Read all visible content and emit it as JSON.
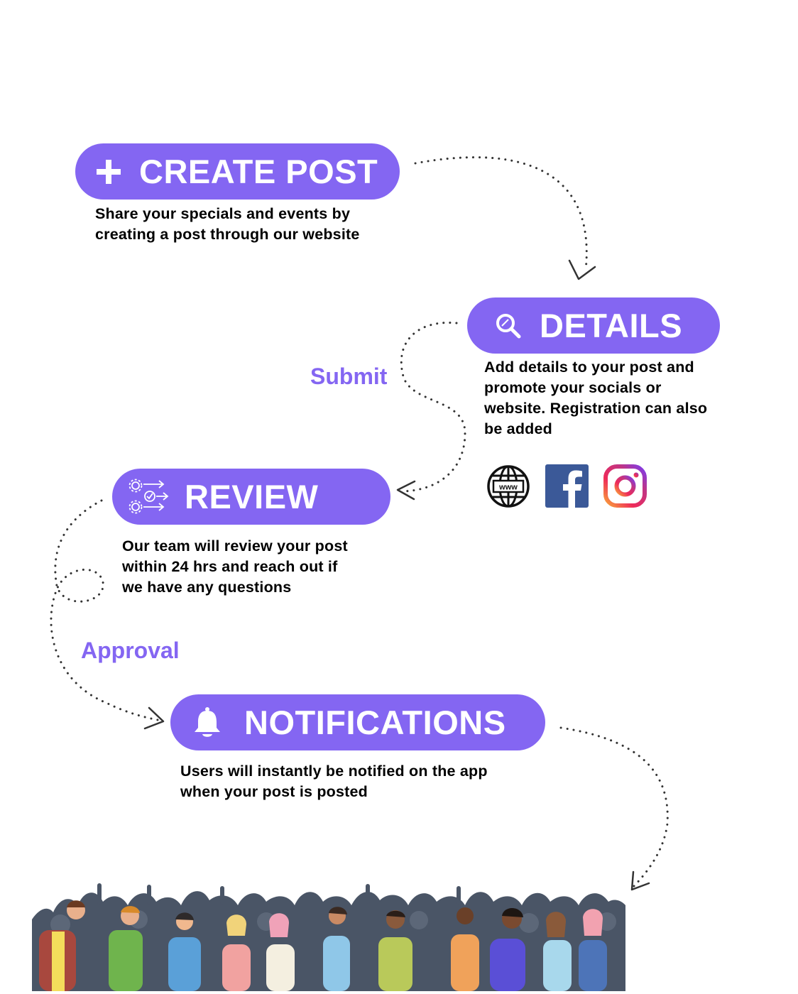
{
  "steps": {
    "create_post": {
      "title": "CREATE POST",
      "icon": "plus-icon",
      "lines": [
        "Share your specials and events by",
        "creating a post through our website"
      ]
    },
    "details": {
      "title": "DETAILS",
      "icon": "search-icon",
      "lines": [
        "Add details to your post and",
        "promote your socials or",
        "website. Registration can also",
        "be added"
      ]
    },
    "review": {
      "title": "REVIEW",
      "icon": "gears-checklist-icon",
      "lines": [
        "Our team will review your post",
        "within 24 hrs and reach out if",
        "we have any questions"
      ]
    },
    "notifications": {
      "title": "NOTIFICATIONS",
      "icon": "bell-icon",
      "lines": [
        "Users will instantly be notified on the app",
        "when your post is posted"
      ]
    }
  },
  "connectors": {
    "submit_label": "Submit",
    "approval_label": "Approval"
  },
  "social_icons": [
    "www-globe-icon",
    "facebook-icon",
    "instagram-icon"
  ],
  "colors": {
    "accent": "#8466f2",
    "facebook": "#3b5998",
    "text": "#000000",
    "background": "#ffffff"
  }
}
